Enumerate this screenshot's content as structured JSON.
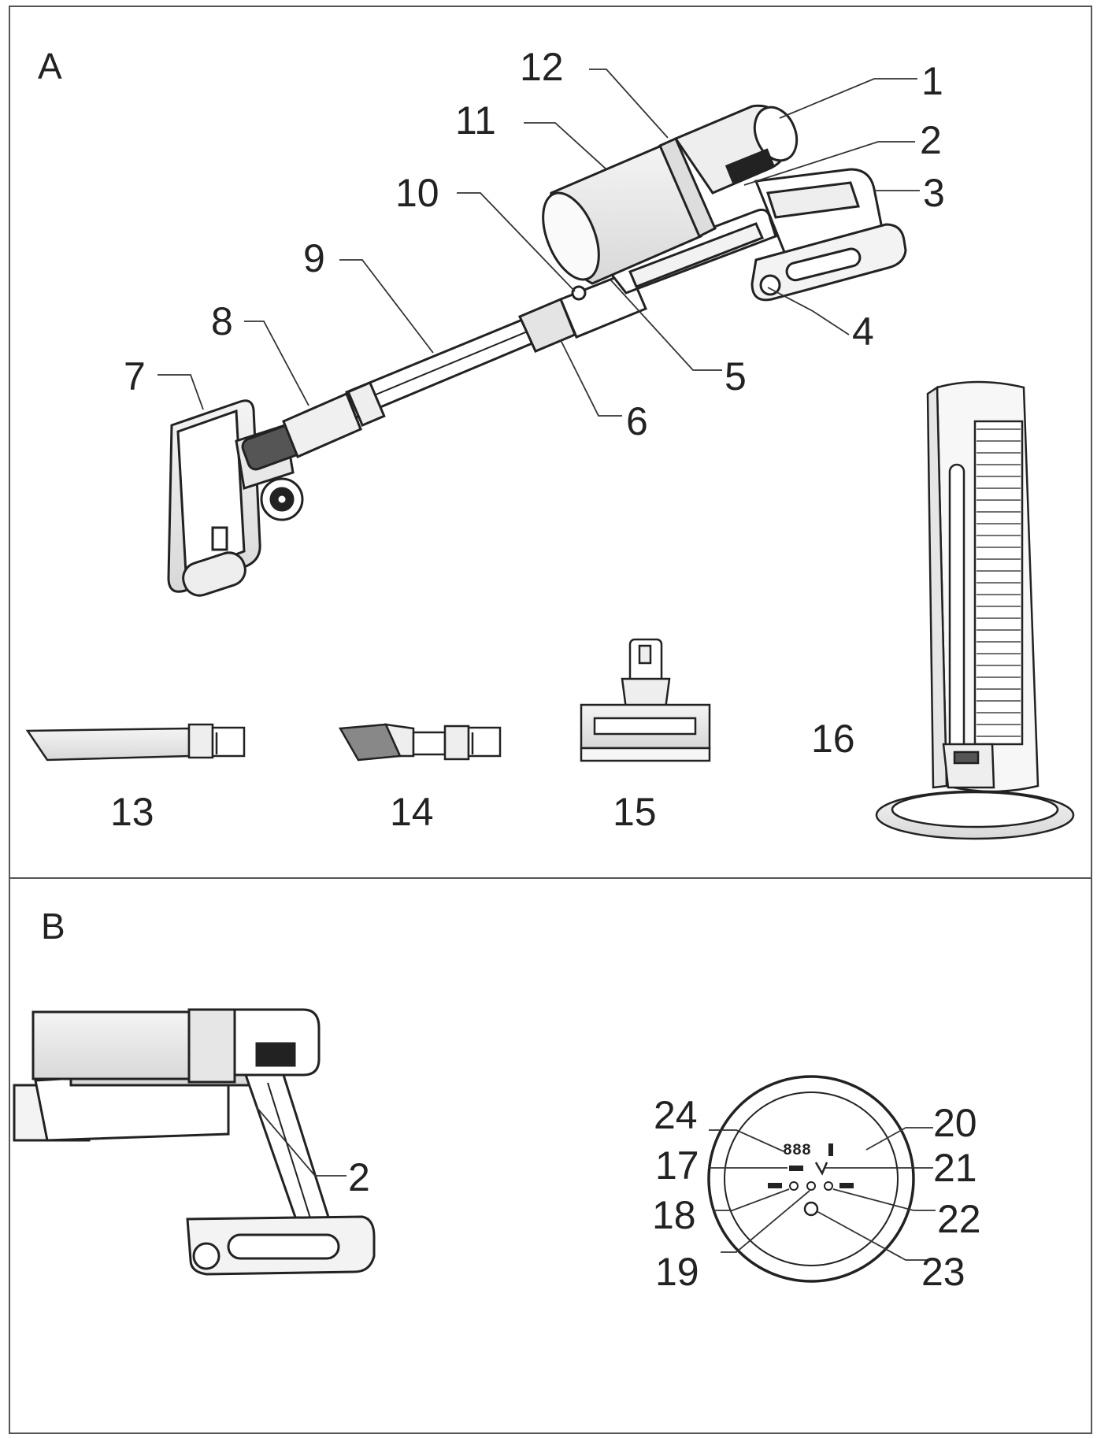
{
  "panels": {
    "a": {
      "letter": "A"
    },
    "b": {
      "letter": "B"
    }
  },
  "callouts": {
    "n1": "1",
    "n2": "2",
    "n3": "3",
    "n4": "4",
    "n5": "5",
    "n6": "6",
    "n7": "7",
    "n8": "8",
    "n9": "9",
    "n10": "10",
    "n11": "11",
    "n12": "12",
    "n13": "13",
    "n14": "14",
    "n15": "15",
    "n16": "16",
    "b2": "2",
    "n17": "17",
    "n18": "18",
    "n19": "19",
    "n20": "20",
    "n21": "21",
    "n22": "22",
    "n23": "23",
    "n24": "24"
  },
  "display": {
    "digits": "888"
  }
}
